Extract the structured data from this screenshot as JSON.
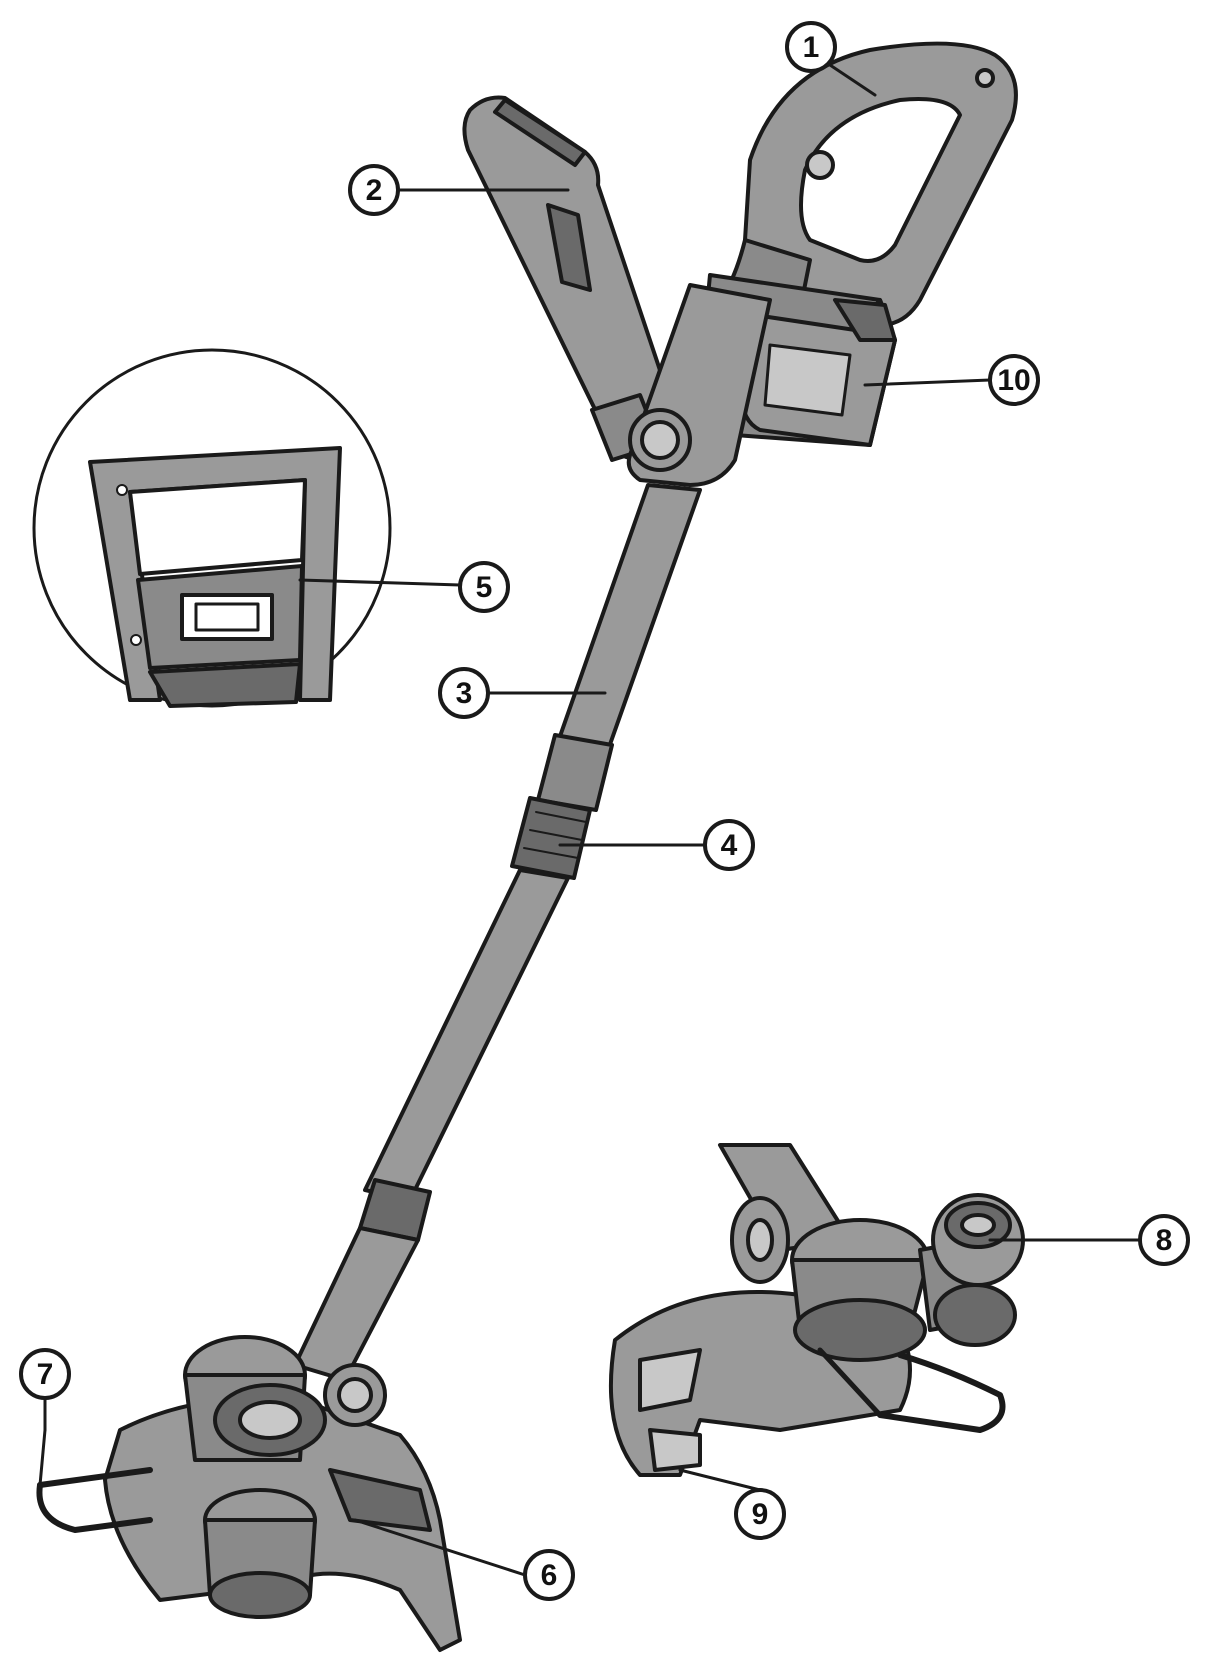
{
  "figure": {
    "colors": {
      "outline": "#1a1a1a",
      "body_fill": "#9a9a9a",
      "dark_fill": "#6a6a6a",
      "light_fill": "#c8c8c8",
      "background": "#ffffff"
    },
    "parts": [
      {
        "id": "handle",
        "number": "1"
      },
      {
        "id": "auxiliary-handle",
        "number": "2"
      },
      {
        "id": "shaft",
        "number": "3"
      },
      {
        "id": "height-adjust-collar",
        "number": "4"
      },
      {
        "id": "switch-button",
        "number": "5"
      },
      {
        "id": "guard",
        "number": "6"
      },
      {
        "id": "edge-guide",
        "number": "7"
      },
      {
        "id": "spool-cap",
        "number": "8"
      },
      {
        "id": "line-cutter",
        "number": "9"
      },
      {
        "id": "battery",
        "number": "10"
      }
    ]
  }
}
